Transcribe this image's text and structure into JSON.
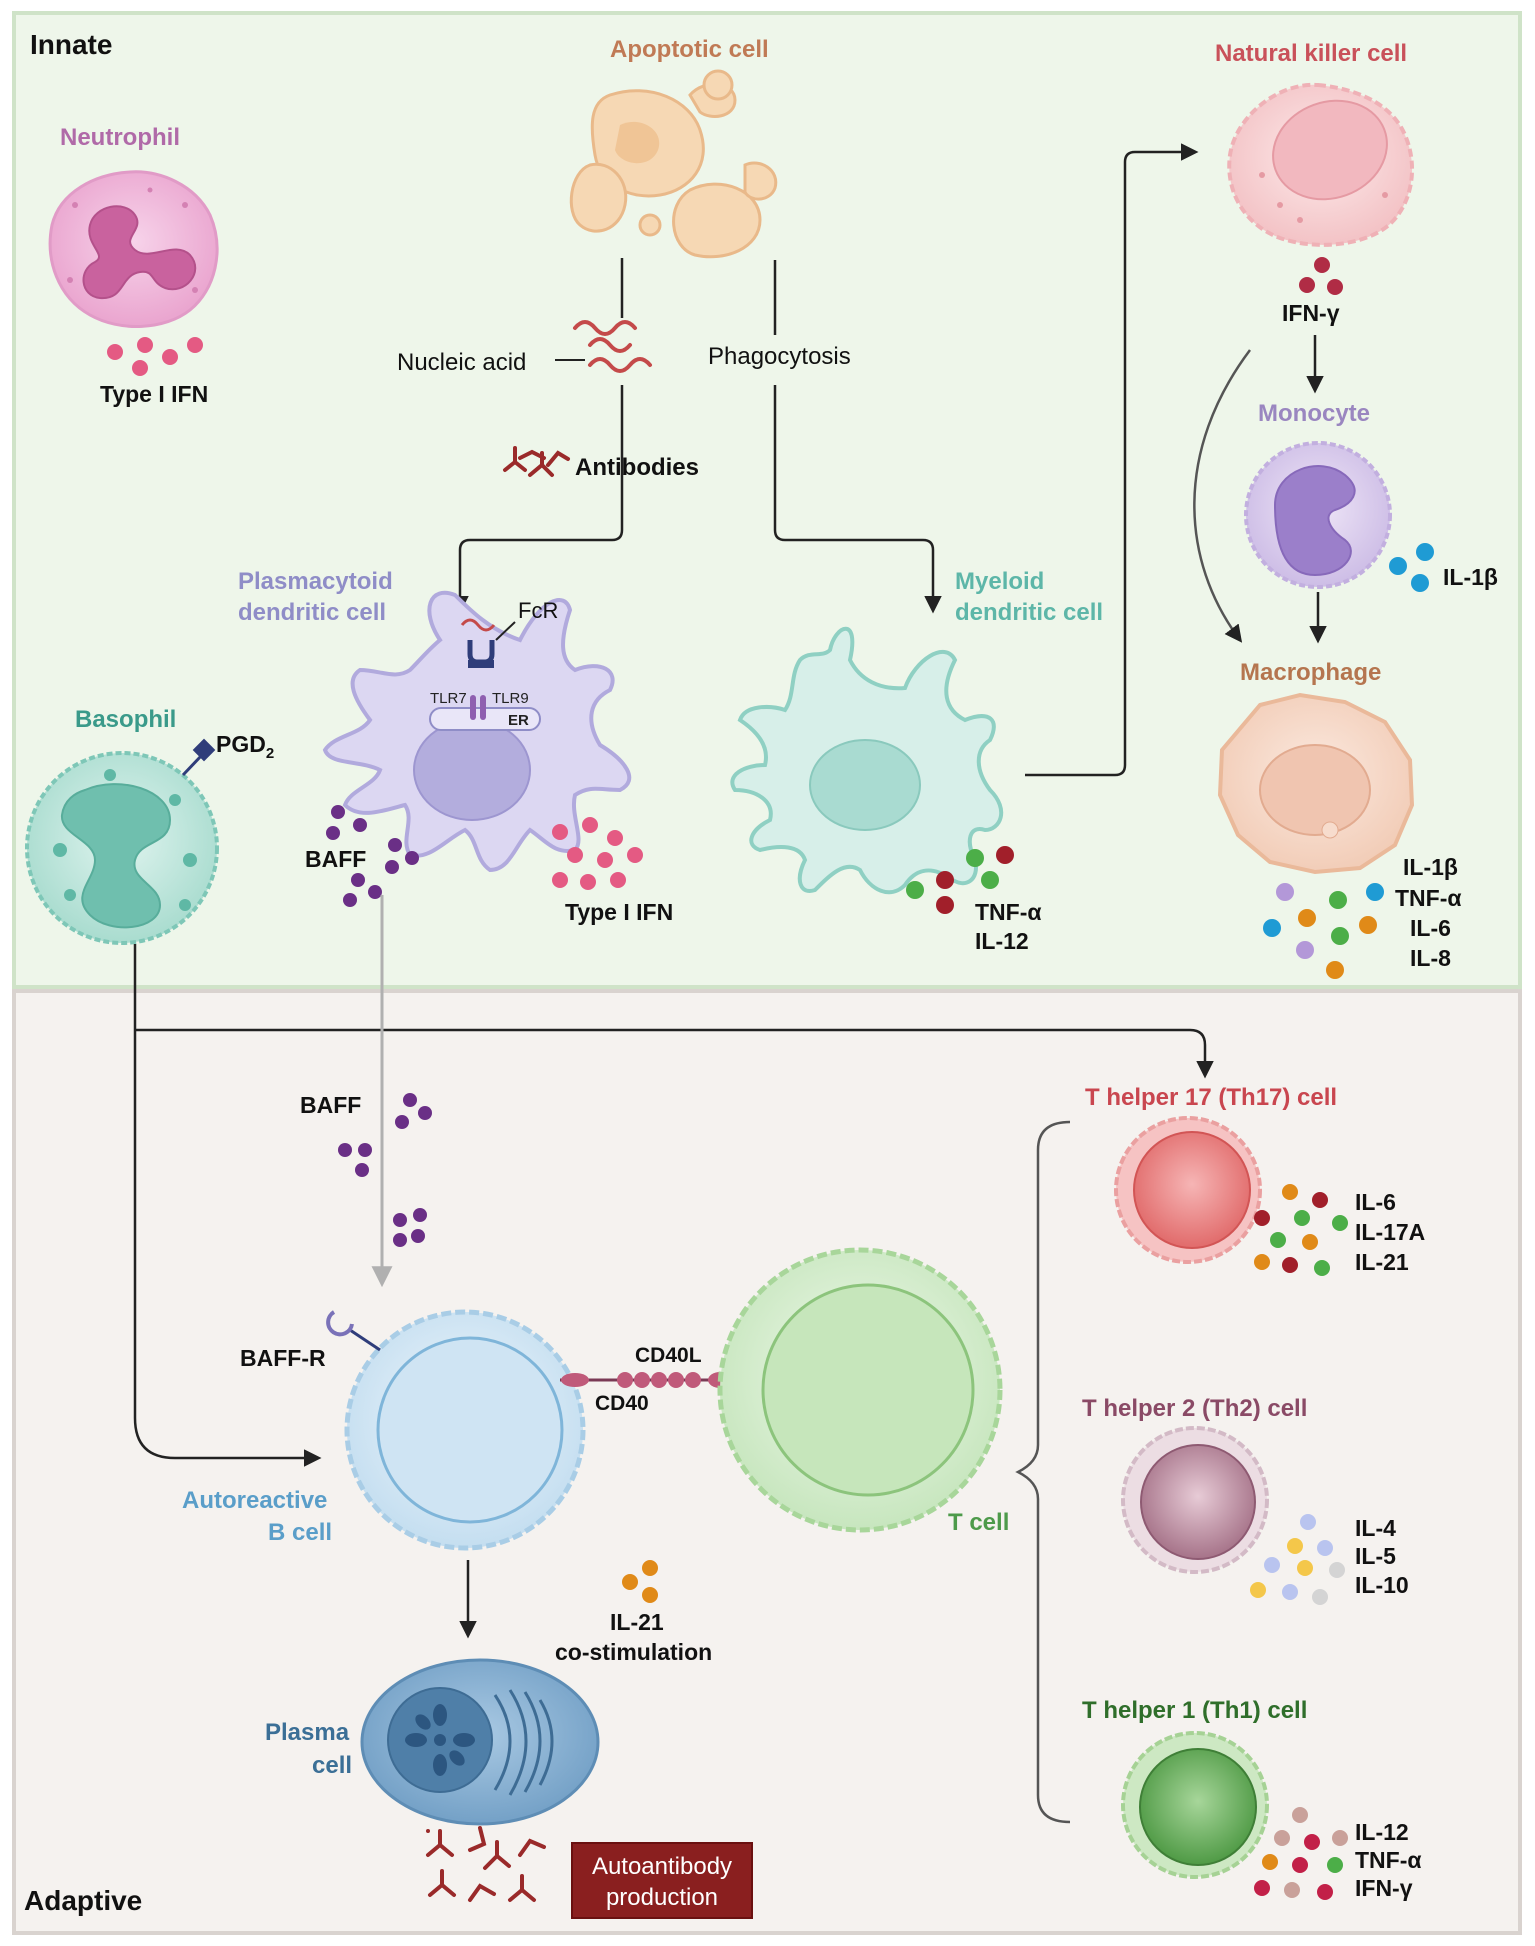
{
  "panels": {
    "innate": "Innate",
    "adaptive": "Adaptive"
  },
  "colors": {
    "innate_bg": "#eef6ea",
    "innate_border": "#cfe3c8",
    "adaptive_bg": "#f5f2ef",
    "adaptive_border": "#d9d3cf",
    "arrow": "#222222",
    "baff_arrow": "#b0b0b0",
    "neutrophil": "#b06aa8",
    "apoptotic": "#c07a55",
    "nk": "#c9515a",
    "monocyte": "#9a86c0",
    "macrophage": "#b5754f",
    "pdc": "#8f8dc7",
    "mdc": "#5db6a8",
    "basophil": "#3a9a8a",
    "bcell": "#5a9ec9",
    "tcell": "#4d9a4a",
    "plasma": "#3b6f96",
    "th17": "#c9464f",
    "th2": "#8a4a66",
    "th1": "#2f6e2a",
    "autoab_box": "#8a1f1f"
  },
  "cells": {
    "neutrophil": "Neutrophil",
    "apoptotic": "Apoptotic cell",
    "nk": "Natural killer cell",
    "monocyte": "Monocyte",
    "macrophage": "Macrophage",
    "pdc_line1": "Plasmacytoid",
    "pdc_line2": "dendritic cell",
    "mdc_line1": "Myeloid",
    "mdc_line2": "dendritic cell",
    "basophil": "Basophil",
    "bcell_line1": "Autoreactive",
    "bcell_line2": "B cell",
    "tcell": "T cell",
    "plasma_line1": "Plasma",
    "plasma_line2": "cell",
    "th17": "T helper 17 (Th17) cell",
    "th2": "T helper 2 (Th2) cell",
    "th1": "T helper 1 (Th1) cell"
  },
  "labels": {
    "neutrophil_ifn": "Type I IFN",
    "nucleic_acid": "Nucleic acid",
    "phagocytosis": "Phagocytosis",
    "antibodies": "Antibodies",
    "fcr": "FcR",
    "tlr7": "TLR7",
    "tlr9": "TLR9",
    "er": "ER",
    "pgd2_main": "PGD",
    "pgd2_sub": "2",
    "pdc_baff": "BAFF",
    "pdc_ifn": "Type I IFN",
    "mdc_c1": "TNF-α",
    "mdc_c2": "IL-12",
    "nk_ifn": "IFN-γ",
    "mono_il1b": "IL-1β",
    "mac_c1": "IL-1β",
    "mac_c2": "TNF-α",
    "mac_c3": "IL-6",
    "mac_c4": "IL-8",
    "baff_mid": "BAFF",
    "baffr": "BAFF-R",
    "cd40l": "CD40L",
    "cd40": "CD40",
    "il21": "IL-21",
    "costim": "co-stimulation",
    "th17_c1": "IL-6",
    "th17_c2": "IL-17A",
    "th17_c3": "IL-21",
    "th2_c1": "IL-4",
    "th2_c2": "IL-5",
    "th2_c3": "IL-10",
    "th1_c1": "IL-12",
    "th1_c2": "TNF-α",
    "th1_c3": "IFN-γ",
    "autoab_line1": "Autoantibody",
    "autoab_line2": "production"
  }
}
